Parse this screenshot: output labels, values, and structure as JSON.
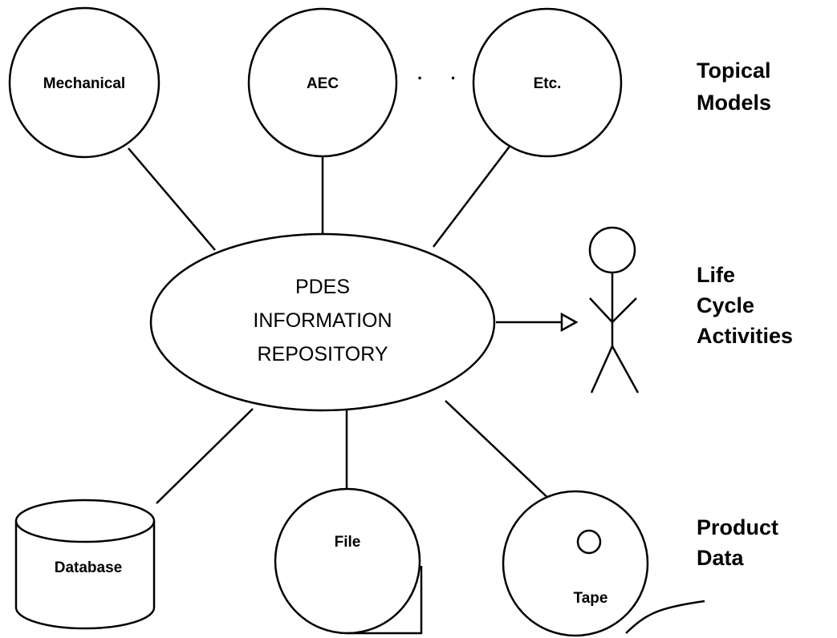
{
  "topical_models": {
    "mechanical_label": "Mechanical",
    "aec_label": "AEC",
    "ellipsis": "· · ·",
    "etc_label": "Etc."
  },
  "repository": {
    "line1": "PDES",
    "line2": "INFORMATION",
    "line3": "REPOSITORY"
  },
  "product_data": {
    "database_label": "Database",
    "file_label": "File",
    "tape_label": "Tape"
  },
  "side_labels": {
    "topical_models": [
      "Topical",
      "Models"
    ],
    "life_cycle_activities": [
      "Life",
      "Cycle",
      "Activities"
    ],
    "product_data": [
      "Product",
      "Data"
    ]
  }
}
